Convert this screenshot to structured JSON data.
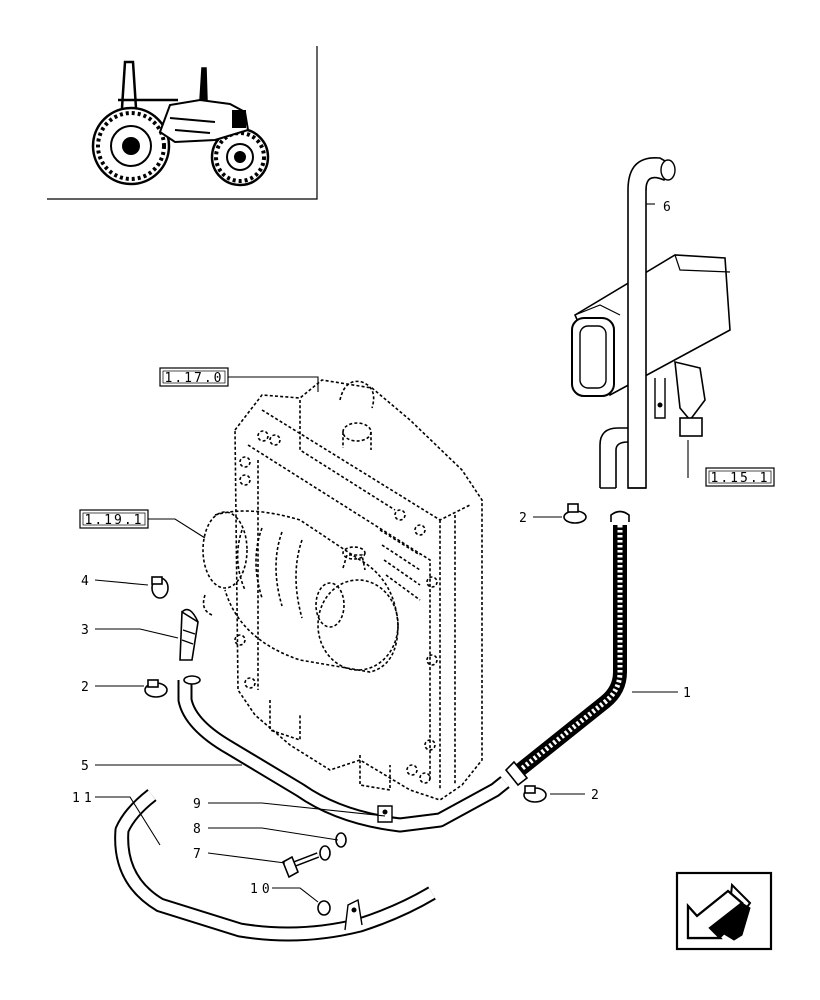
{
  "callouts": {
    "c1": "1",
    "c2a": "2",
    "c2b": "2",
    "c2c": "2",
    "c3": "3",
    "c4": "4",
    "c5": "5",
    "c6": "6",
    "c7": "7",
    "c8": "8",
    "c9": "9",
    "c10": "10",
    "c11": "11"
  },
  "references": {
    "r1170": "1.17.0",
    "r1191": "1.19.1",
    "r1151": "1.15.1"
  },
  "icons": [
    "tractor-thumbnail-icon",
    "navigation-arrow-icon"
  ]
}
